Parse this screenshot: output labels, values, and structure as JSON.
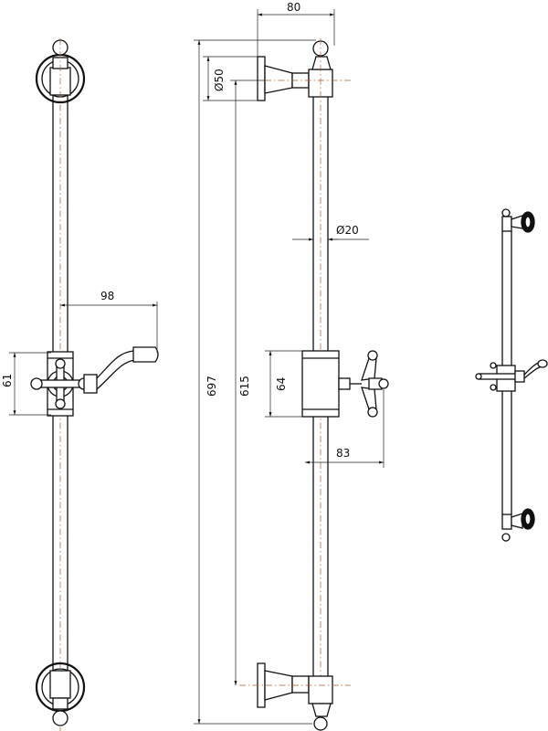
{
  "dimensions": {
    "d98": "98",
    "d61": "61",
    "d697": "697",
    "d615": "615",
    "d64": "64",
    "d80": "80",
    "d50": "50",
    "d20": "20",
    "d83": "83"
  },
  "symbols": {
    "diameter": "Ø"
  }
}
